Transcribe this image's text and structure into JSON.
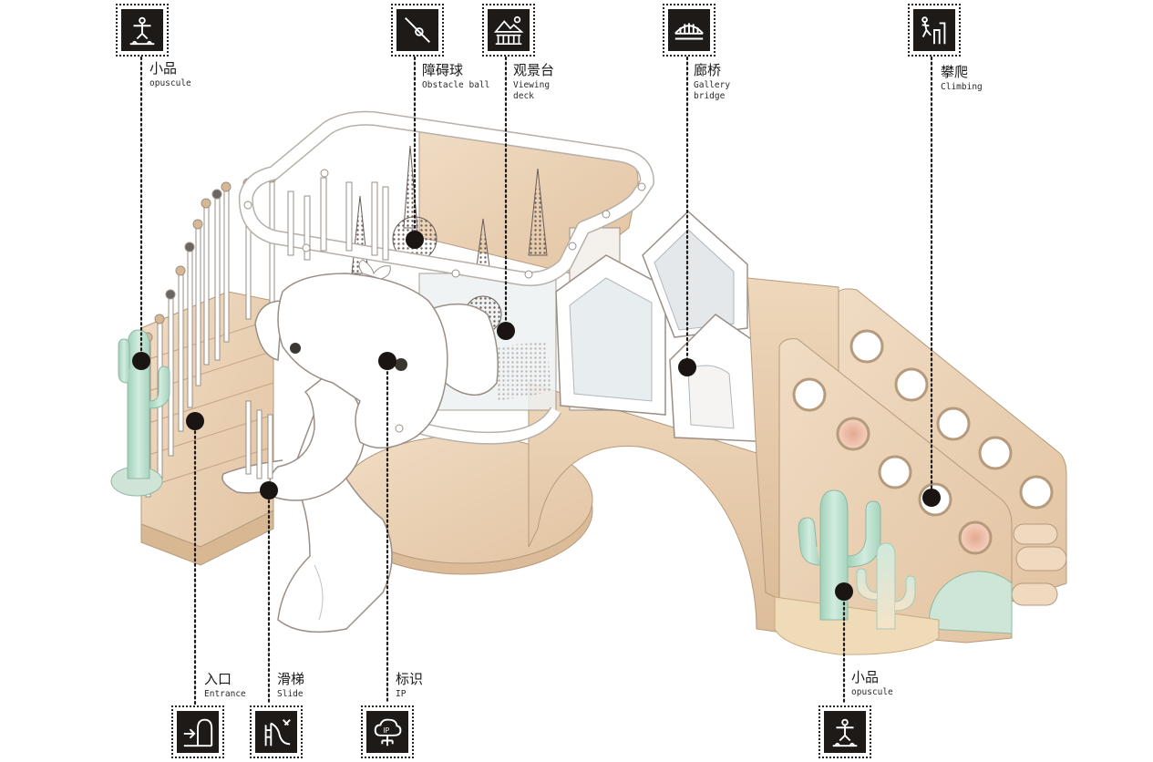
{
  "callouts": {
    "opuscule_top": {
      "zh": "小品",
      "en": "opuscule",
      "icon": "figure-on-pedestal-icon"
    },
    "obstacle_ball": {
      "zh": "障碍球",
      "en": "Obstacle ball",
      "icon": "diagonal-ball-icon"
    },
    "viewing_deck": {
      "zh": "观景台",
      "en": "Viewing\ndeck",
      "icon": "deck-sun-icon"
    },
    "gallery_bridge": {
      "zh": "廊桥",
      "en": "Gallery\nbridge",
      "icon": "arch-bridge-icon"
    },
    "climbing": {
      "zh": "攀爬",
      "en": "Climbing",
      "icon": "climbing-figure-icon"
    },
    "entrance": {
      "zh": "入口",
      "en": "Entrance",
      "icon": "entrance-arrow-icon"
    },
    "slide": {
      "zh": "滑梯",
      "en": "Slide",
      "icon": "slide-icon"
    },
    "ip": {
      "zh": "标识",
      "en": "IP",
      "icon": "ip-badge-icon"
    },
    "opuscule_bottom": {
      "zh": "小品",
      "en": "opuscule",
      "icon": "figure-on-pedestal-icon"
    }
  },
  "colors": {
    "wood": "#e8cdb0",
    "wood_dark": "#d9b894",
    "white_frame": "#ffffff",
    "outline": "#9a8f86",
    "cactus": "#b7dcc8",
    "cactus_base": "#f2dcb8",
    "icon_bg": "#1d1a18",
    "marker": "#1a1412"
  }
}
